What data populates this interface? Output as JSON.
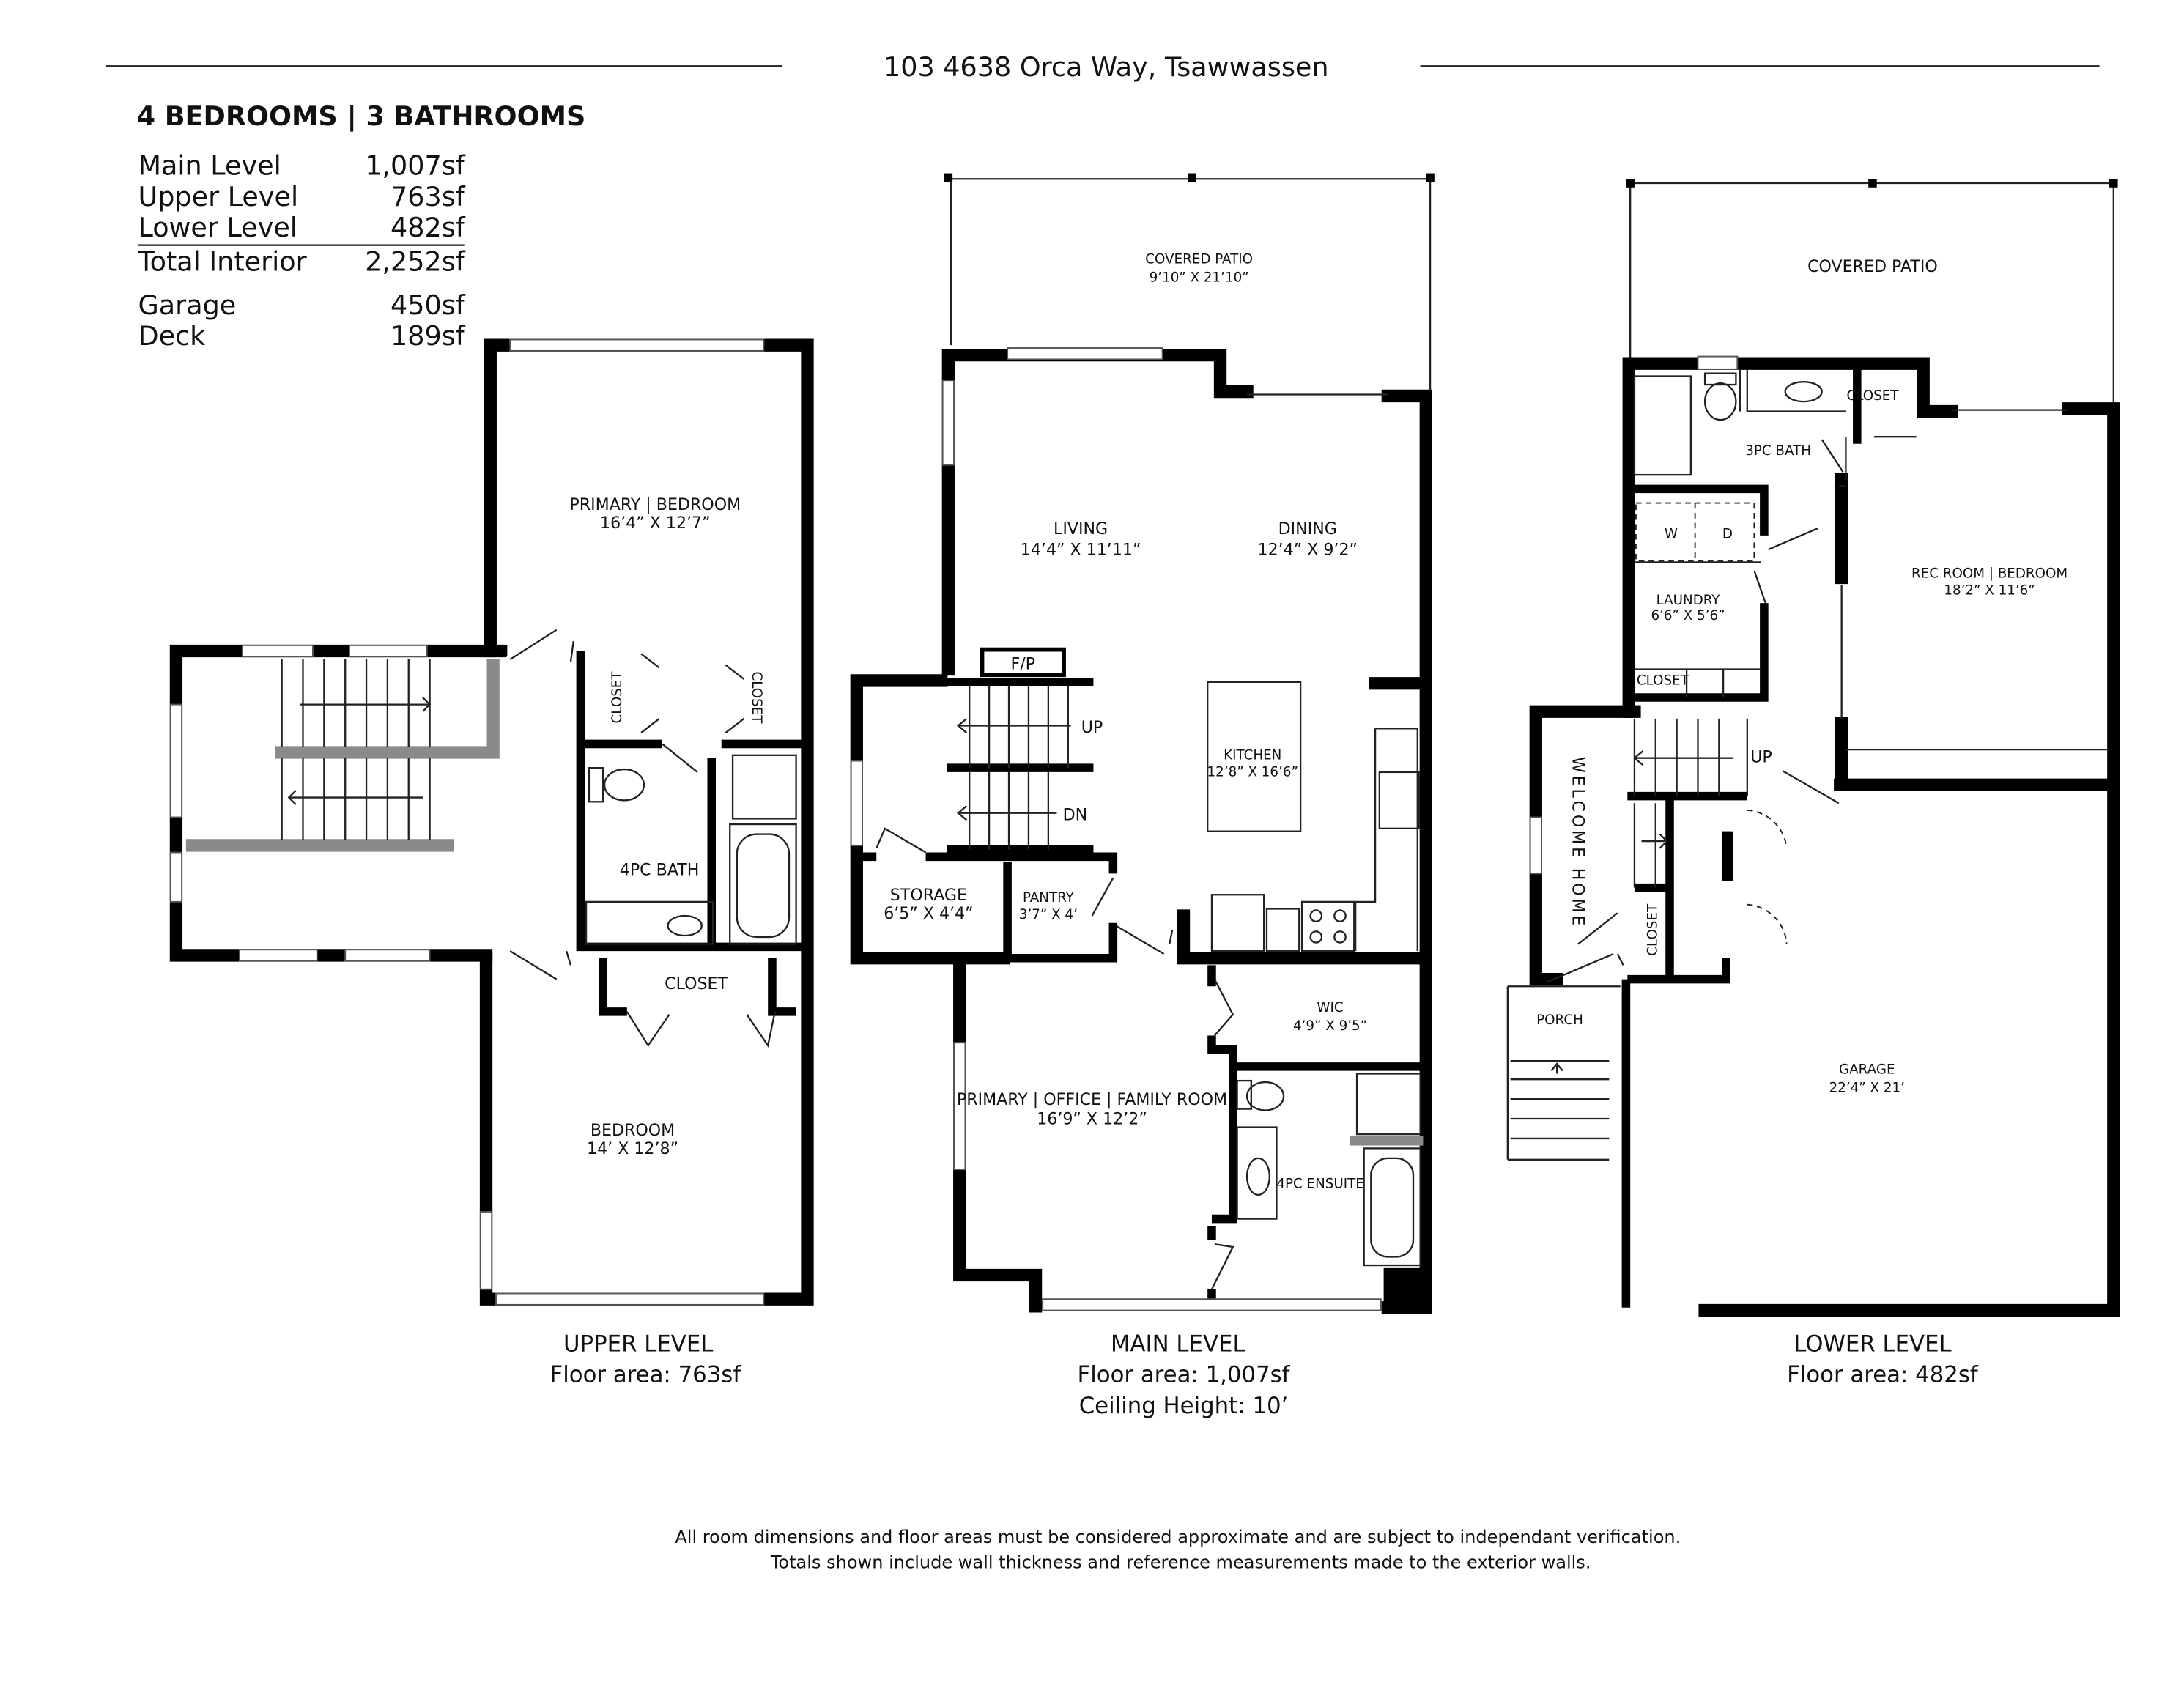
{
  "header": {
    "address": "103 4638 Orca Way, Tsawwassen"
  },
  "summary": {
    "title": "4 BEDROOMS | 3 BATHROOMS",
    "rows": [
      {
        "label": "Main Level",
        "value": "1,007sf"
      },
      {
        "label": "Upper Level",
        "value": "763sf"
      },
      {
        "label": "Lower Level",
        "value": "482sf"
      },
      {
        "label": "Total Interior",
        "value": "2,252sf"
      },
      {
        "label": "Garage",
        "value": "450sf"
      },
      {
        "label": "Deck",
        "value": "189sf"
      }
    ]
  },
  "upper": {
    "caption": "UPPER LEVEL",
    "area": "Floor area: 763sf",
    "rooms": {
      "primary": {
        "name": "PRIMARY | BEDROOM",
        "dims": "16’4” X 12’7”"
      },
      "closet1": "CLOSET",
      "closet2": "CLOSET",
      "bath": "4PC BATH",
      "closet3": "CLOSET",
      "bedroom": {
        "name": "BEDROOM",
        "dims": "14’ X 12’8”"
      }
    }
  },
  "main": {
    "caption": "MAIN LEVEL",
    "area": "Floor area: 1,007sf",
    "ceiling": "Ceiling Height: 10’",
    "rooms": {
      "patio": {
        "name": "COVERED PATIO",
        "dims": "9’10” X 21’10”"
      },
      "living": {
        "name": "LIVING",
        "dims": "14’4” X 11’11”"
      },
      "dining": {
        "name": "DINING",
        "dims": "12’4” X 9’2”"
      },
      "fp": "F/P",
      "up": "UP",
      "dn": "DN",
      "kitchen": {
        "name": "KITCHEN",
        "dims": "12’8” X 16’6”"
      },
      "storage": {
        "name": "STORAGE",
        "dims": "6’5” X 4’4”"
      },
      "pantry": {
        "name": "PANTRY",
        "dims": "3’7” X 4’"
      },
      "wic": {
        "name": "WIC",
        "dims": "4’9” X 9’5”"
      },
      "family": {
        "name": "PRIMARY | OFFICE | FAMILY ROOM",
        "dims": "16’9” X 12’2”"
      },
      "ensuite": "4PC ENSUITE"
    }
  },
  "lower": {
    "caption": "LOWER LEVEL",
    "area": "Floor area: 482sf",
    "rooms": {
      "patio": "COVERED PATIO",
      "closet1": "CLOSET",
      "bath": "3PC BATH",
      "washer": "W",
      "dryer": "D",
      "laundry": {
        "name": "LAUNDRY",
        "dims": "6’6” X 5’6”"
      },
      "closet2": "CLOSET",
      "rec": {
        "name": "REC ROOM | BEDROOM",
        "dims": "18’2” X 11’6”"
      },
      "up": "UP",
      "welcome": "WELCOME HOME",
      "closet3": "CLOSET",
      "porch": "PORCH",
      "garage": {
        "name": "GARAGE",
        "dims": "22’4” X 21’"
      }
    }
  },
  "footer": {
    "line1": "All room dimensions and floor areas must be considered approximate and are subject to independant verification.",
    "line2": "Totals shown include wall thickness and reference measurements made to the exterior walls."
  }
}
